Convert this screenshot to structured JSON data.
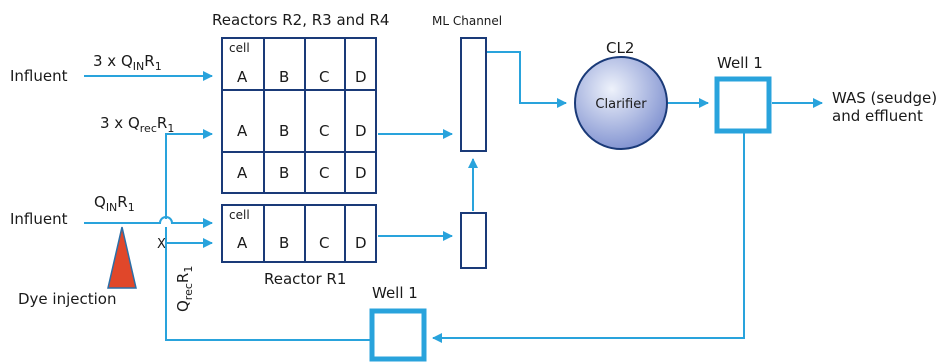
{
  "labels": {
    "reactors_top": "Reactors R2, R3 and R4",
    "ml_channel": "ML Channel",
    "cl2": "CL2",
    "clarifier": "Clarifier",
    "well_top": "Well 1",
    "well_bottom": "Well 1",
    "was_line1": "WAS (seudge)",
    "was_line2": "and effluent",
    "influent_top": "Influent",
    "influent_bottom": "Influent",
    "flow_top_prefix": "3 x Q",
    "flow_top_sub": "IN",
    "flow_top_r": "R",
    "flow_top_r_sub": "1",
    "flow_rec_prefix": "3 x Q",
    "flow_rec_sub": "rec",
    "flow_rec_r": "R",
    "flow_rec_r_sub": "1",
    "flow_r1_q": "Q",
    "flow_r1_sub": "IN",
    "flow_r1_r": "R",
    "flow_r1_r_sub": "1",
    "qrec_q": "Q",
    "qrec_sub": "rec",
    "qrec_r": "R",
    "qrec_r_sub": "1",
    "x_mark": "X",
    "dye": "Dye injection",
    "reactor_r1": "Reactor R1",
    "cell_word": "cell"
  },
  "cells": [
    "A",
    "B",
    "C",
    "D"
  ],
  "colors": {
    "pipe": "#29a3dc",
    "grid_border": "#1a3a78",
    "clarifier_fill_light": "#dfe6f7",
    "clarifier_fill_dark": "#7d8fcf",
    "dye_fill": "#e0472a",
    "dye_outline": "#2a6fa8"
  }
}
